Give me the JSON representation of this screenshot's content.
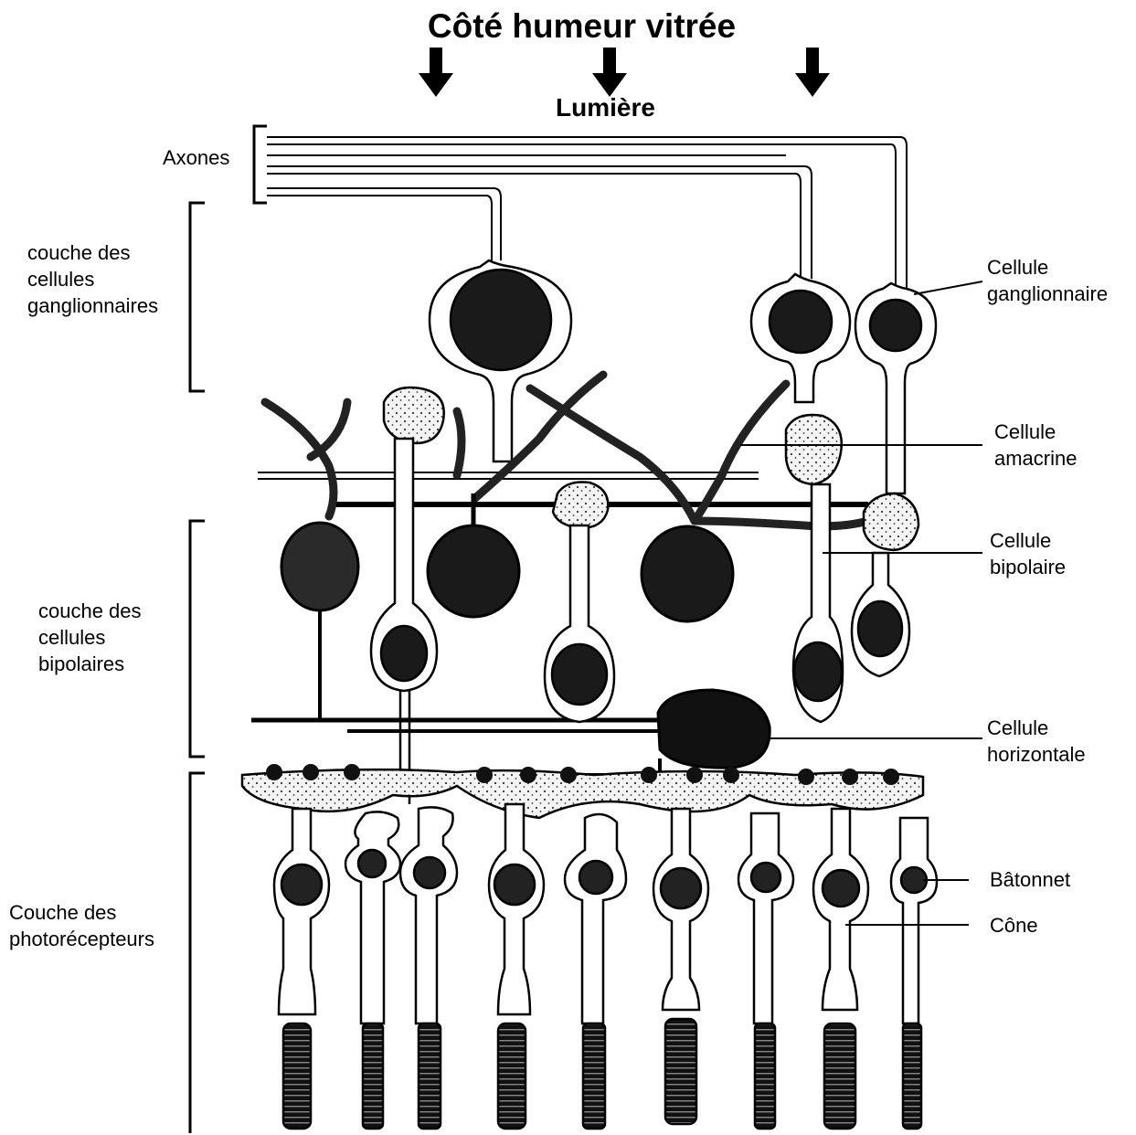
{
  "title": "Côté humeur vitrée",
  "light_label": "Lumière",
  "left_labels": {
    "axons": "Axones",
    "ganglion_layer": "couche des\ncellules\nganglionnaires",
    "bipolar_layer": "couche des\ncellules\nbipolaires",
    "photoreceptor_layer": "Couche des\nphotorécepteurs"
  },
  "right_labels": {
    "ganglion_cell": "Cellule\nganglionnaire",
    "amacrine_cell": "Cellule\namacrine",
    "bipolar_cell": "Cellule\nbipolaire",
    "horizontal_cell": "Cellule\nhorizontale",
    "rod": "Bâtonnet",
    "cone": "Cône"
  },
  "colors": {
    "ink": "#000000",
    "nucleus": "#1a1a1a",
    "stipple": "#f2f2f2",
    "paper": "#ffffff"
  }
}
